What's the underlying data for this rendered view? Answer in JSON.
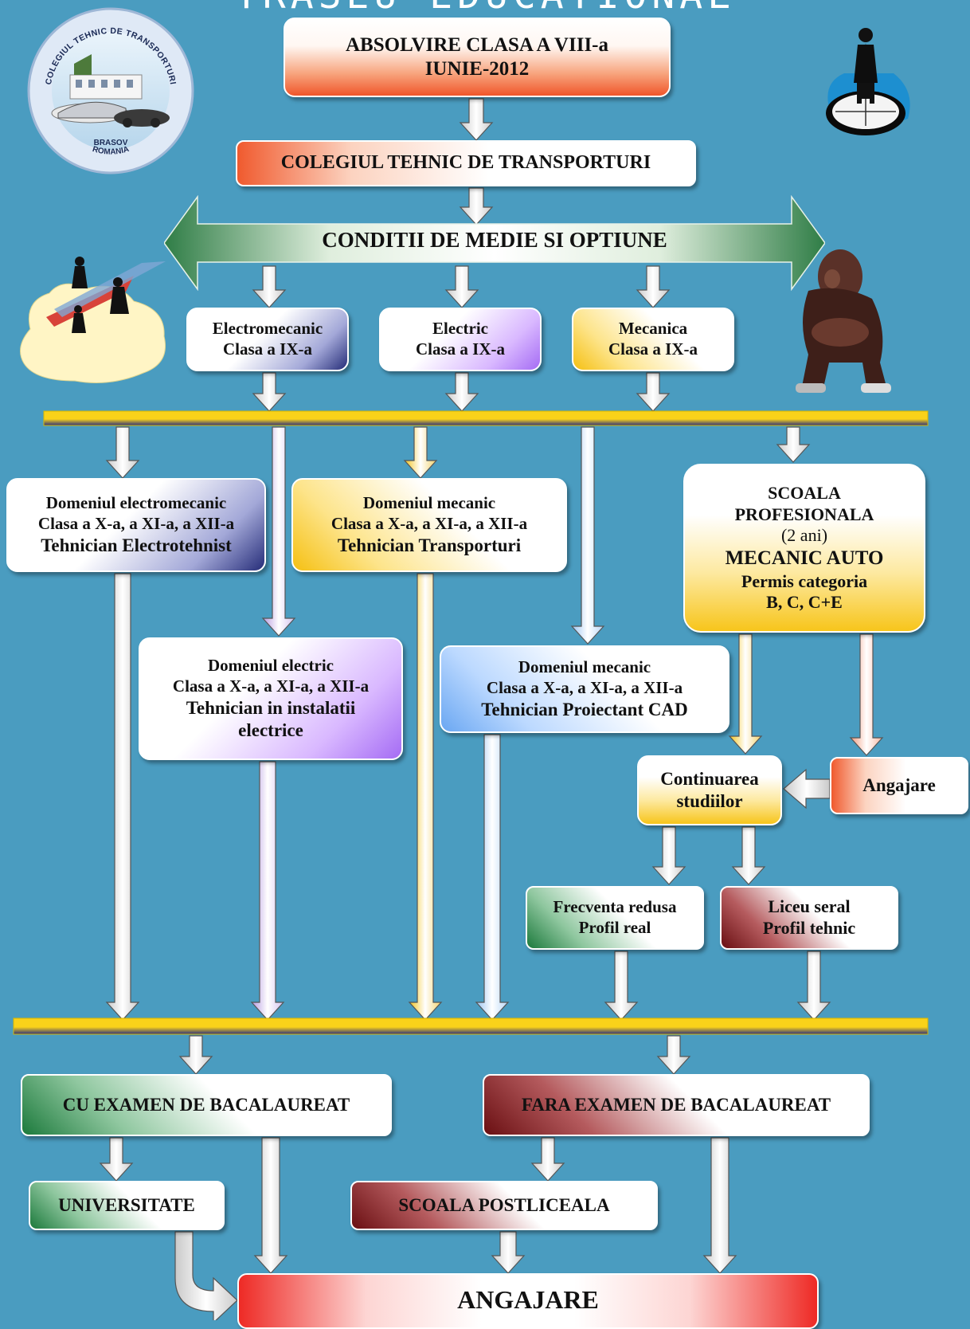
{
  "title": "TRASEU EDUCATIONAL",
  "logo": {
    "arc_text": "COLEGIUL TEHNIC DE TRANSPORTURI",
    "city": "BRASOV",
    "country": "ROMANIA"
  },
  "start": {
    "line1": "ABSOLVIRE CLASA A VIII-a",
    "line2": "IUNIE-2012"
  },
  "college": "COLEGIUL TEHNIC DE TRANSPORTURI",
  "conditions": "CONDITII DE MEDIE SI OPTIUNE",
  "grade9": [
    {
      "line1": "Electromecanic",
      "line2": "Clasa a IX-a"
    },
    {
      "line1": "Electric",
      "line2": "Clasa a IX-a"
    },
    {
      "line1": "Mecanica",
      "line2": "Clasa a IX-a"
    }
  ],
  "domains": {
    "electromecanic": {
      "line1": "Domeniul electromecanic",
      "line2": "Clasa a X-a, a XI-a, a XII-a",
      "line3": "Tehnician Electrotehnist"
    },
    "mecanic_transport": {
      "line1": "Domeniul mecanic",
      "line2": "Clasa a X-a,  a XI-a, a XII-a",
      "line3": "Tehnician Transporturi"
    },
    "electric": {
      "line1": "Domeniul electric",
      "line2": "Clasa a X-a,  a XI-a, a XII-a",
      "line3": "Tehnician in instalatii",
      "line4": "electrice"
    },
    "mecanic_cad": {
      "line1": "Domeniul mecanic",
      "line2": "Clasa a X-a,  a XI-a, a XII-a",
      "line3": "Tehnician Proiectant CAD"
    }
  },
  "vocational": {
    "line1": "SCOALA",
    "line2": "PROFESIONALA",
    "line3": "(2 ani)",
    "line4": "MECANIC AUTO",
    "line5": "Permis categoria",
    "line6": "B, C, C+E"
  },
  "continuation": {
    "line1": "Continuarea",
    "line2": "studiilor"
  },
  "hiring_side": "Angajare",
  "reduced": {
    "line1": "Frecventa redusa",
    "line2": "Profil real"
  },
  "evening": {
    "line1": "Liceu seral",
    "line2": "Profil tehnic"
  },
  "with_bac": "CU EXAMEN DE BACALAUREAT",
  "without_bac": "FARA EXAMEN DE BACALAUREAT",
  "university": "UNIVERSITATE",
  "postsecondary": "SCOALA  POSTLICEALA",
  "final": "ANGAJARE",
  "colors": {
    "background": "#4a9cc0",
    "bar_yellow": "#f9d21a",
    "bar_navy": "#2a2e7c"
  }
}
